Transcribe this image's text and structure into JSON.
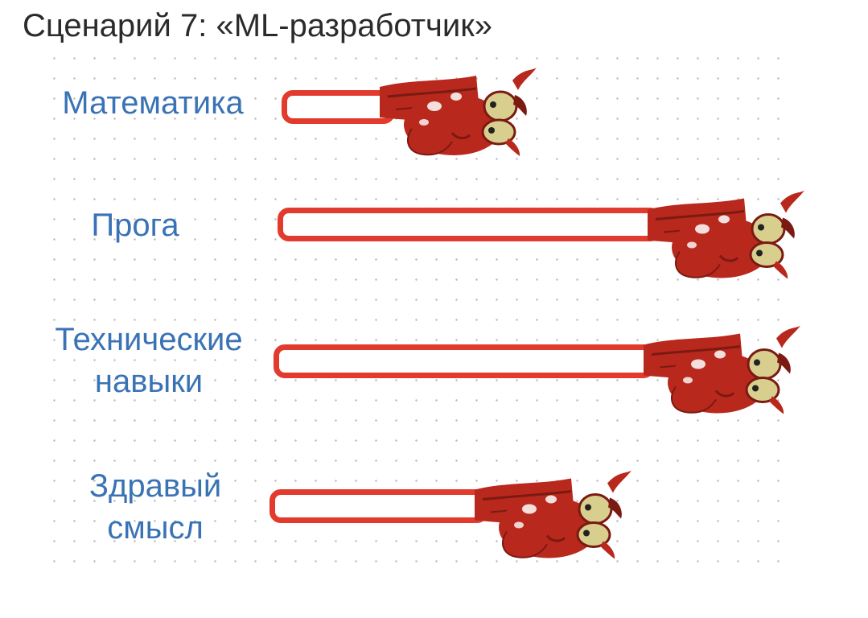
{
  "slide": {
    "title": "Сценарий 7: «ML-разработчик»"
  },
  "skills": [
    {
      "label_lines": [
        "Математика"
      ],
      "level": 0.23
    },
    {
      "label_lines": [
        "Прога"
      ],
      "level": 0.9
    },
    {
      "label_lines": [
        "Технические",
        "навыки"
      ],
      "level": 0.9
    },
    {
      "label_lines": [
        "Здравый",
        "смысл"
      ],
      "level": 0.47
    }
  ],
  "colors": {
    "title": "#2b2b2b",
    "label": "#3a73b5",
    "bar_outline": "#e23b2e",
    "creature_body": "#b8281d",
    "creature_dark": "#7a1a12",
    "creature_eye": "#d8cf8e"
  },
  "icons": {
    "creature": "red-cartoon-creature-icon"
  }
}
